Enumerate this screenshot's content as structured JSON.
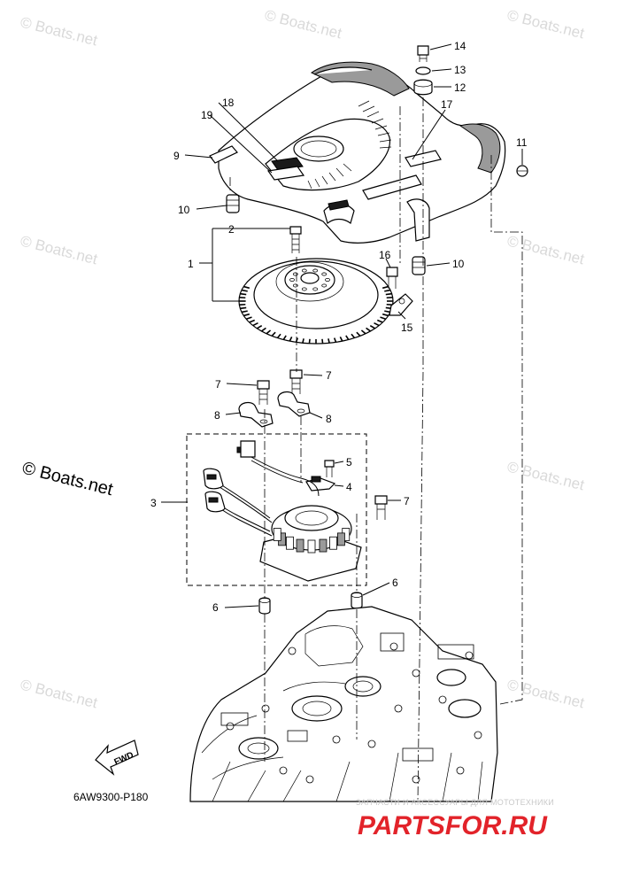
{
  "diagram": {
    "code_label": "6AW9300-P180",
    "fwd_label": "FWD",
    "callouts": [
      {
        "id": "c1",
        "text": "1"
      },
      {
        "id": "c2",
        "text": "2"
      },
      {
        "id": "c3",
        "text": "3"
      },
      {
        "id": "c4",
        "text": "4"
      },
      {
        "id": "c5",
        "text": "5"
      },
      {
        "id": "c6a",
        "text": "6"
      },
      {
        "id": "c6b",
        "text": "6"
      },
      {
        "id": "c7a",
        "text": "7"
      },
      {
        "id": "c7b",
        "text": "7"
      },
      {
        "id": "c7c",
        "text": "7"
      },
      {
        "id": "c8a",
        "text": "8"
      },
      {
        "id": "c8b",
        "text": "8"
      },
      {
        "id": "c9",
        "text": "9"
      },
      {
        "id": "c10a",
        "text": "10"
      },
      {
        "id": "c10b",
        "text": "10"
      },
      {
        "id": "c11",
        "text": "11"
      },
      {
        "id": "c12",
        "text": "12"
      },
      {
        "id": "c13",
        "text": "13"
      },
      {
        "id": "c14",
        "text": "14"
      },
      {
        "id": "c15",
        "text": "15"
      },
      {
        "id": "c16",
        "text": "16"
      },
      {
        "id": "c17",
        "text": "17"
      },
      {
        "id": "c18",
        "text": "18"
      },
      {
        "id": "c19",
        "text": "19"
      }
    ]
  },
  "watermarks": {
    "boats_light": "© Boats.net",
    "boats_main": "© Boats.net"
  },
  "brand": {
    "tagline": "ЗАПЧАСТИ И АКСЕССУАРЫ ДЛЯ МОТОТЕХНИКИ",
    "logo": "PARTSFOR.RU"
  }
}
